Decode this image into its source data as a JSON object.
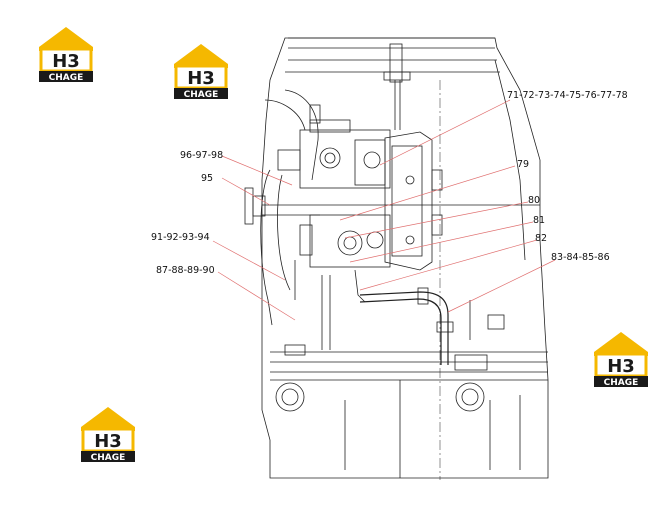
{
  "logo": {
    "mark": "H3",
    "text": "CHAGE",
    "color_yellow": "#f5b800",
    "color_dark": "#1a1a1a"
  },
  "callouts": [
    {
      "id": "c71",
      "label": "71-72-73-74-75-76-77-78"
    },
    {
      "id": "c9698",
      "label": "96-97-98"
    },
    {
      "id": "c95",
      "label": "95"
    },
    {
      "id": "c79",
      "label": "79"
    },
    {
      "id": "c80",
      "label": "80"
    },
    {
      "id": "c81",
      "label": "81"
    },
    {
      "id": "c82",
      "label": "82"
    },
    {
      "id": "c9194",
      "label": "91-92-93-94"
    },
    {
      "id": "c8386",
      "label": "83-84-85-86"
    },
    {
      "id": "c8790",
      "label": "87-88-89-90"
    }
  ],
  "leader_color": "#e07070",
  "line_color": "#222222"
}
